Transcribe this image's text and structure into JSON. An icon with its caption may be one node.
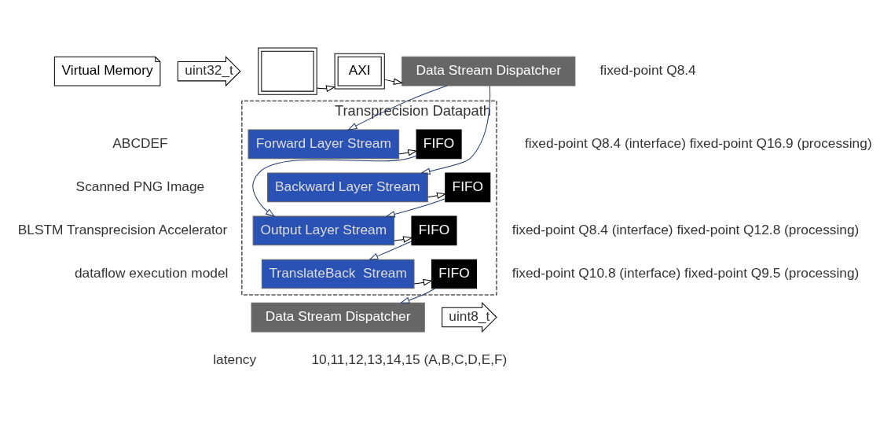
{
  "diagram": {
    "nodes": [
      {
        "text": [
          "Virtual Memory"
        ]
      },
      {
        "text": [
          "uint32_t"
        ]
      },
      {
        "text": [],
        "shape": "box"
      },
      {
        "text": [
          "AXI"
        ]
      },
      {
        "text": [
          "Data Stream Dispatcher"
        ],
        "beside": [
          "fixed-point Q8.4"
        ]
      },
      {
        "text": [
          "Transprecision Datapath"
        ]
      },
      {
        "text": [
          "Forward Layer Stream"
        ],
        "in": 5
      },
      {
        "text": [
          "FIFO"
        ],
        "in": 5
      },
      {
        "text": [
          "Backward Layer Stream"
        ],
        "in": 5
      },
      {
        "text": [
          "FIFO"
        ],
        "in": 5
      },
      {
        "text": [
          "Output Layer Stream"
        ],
        "in": 5
      },
      {
        "text": [
          "FIFO"
        ],
        "in": 5
      },
      {
        "text": [
          "TranslateBack  Stream"
        ],
        "in": 5
      },
      {
        "text": [
          "FIFO"
        ],
        "in": 5
      },
      {
        "text": [
          "Data Stream Dispatcher"
        ]
      },
      {
        "text": [
          "uint8_t"
        ],
        "beside": [
          "10,11,12,13,14,15 (A,B,C,D,E,F)"
        ]
      }
    ],
    "edges": [
      {
        "from": 2,
        "to": 3,
        "arrow": "to"
      },
      {
        "from": 3,
        "to": 4,
        "arrow": "to"
      },
      {
        "from": 4,
        "to": 6,
        "arrow": "to",
        "color": "#1f3a6b"
      },
      {
        "from": 4,
        "to": 8,
        "arrow": "to",
        "color": "#1f3a6b"
      },
      {
        "from": 6,
        "to": 7,
        "arrow": "to"
      },
      {
        "from": 8,
        "to": 9,
        "arrow": "to"
      },
      {
        "from": 7,
        "to": 10,
        "arrow": "to",
        "color": "#1f3a6b"
      },
      {
        "from": 9,
        "to": 10,
        "arrow": "to",
        "color": "#1f3a6b"
      },
      {
        "from": 10,
        "to": 11,
        "arrow": "to"
      },
      {
        "from": 11,
        "to": 12,
        "arrow": "to",
        "color": "#1f3a6b"
      },
      {
        "from": 12,
        "to": 13,
        "arrow": "to"
      },
      {
        "from": 13,
        "to": 14,
        "arrow": "to",
        "color": "#1f3a6b"
      }
    ],
    "labels": [
      "ABCDEF",
      "Scanned PNG Image",
      "BLSTM Transprecision Accelerator",
      "fixed-point Q8.4 (interface) fixed-point Q16.9 (processing)",
      "dataflow execution model",
      "fixed-point Q8.4 (interface) fixed-point Q12.8 (processing)",
      "fixed-point Q10.8 (interface) fixed-point Q9.5 (processing)",
      "latency"
    ]
  }
}
